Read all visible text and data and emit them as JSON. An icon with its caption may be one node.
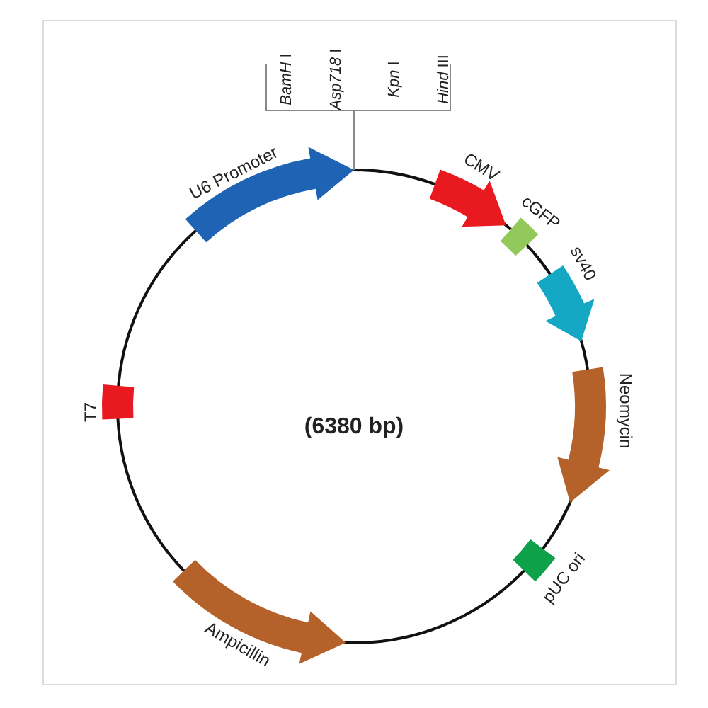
{
  "diagram": {
    "nodes": [
      {
        "text": [
          "U6 Promoter"
        ]
      },
      {
        "text": [
          "CMV"
        ]
      },
      {
        "text": [
          "cGFP"
        ]
      },
      {
        "text": [
          "sv40"
        ]
      },
      {
        "text": [
          "Neomycin"
        ]
      },
      {
        "text": [
          "pUC ori"
        ]
      },
      {
        "text": [
          "Ampicillin"
        ]
      },
      {
        "text": [
          "T7"
        ]
      }
    ],
    "labels": [
      "*BamH* I",
      "*Asp718* I",
      "*Kpn* I",
      "*Hind* III",
      "(6380 bp)"
    ]
  }
}
